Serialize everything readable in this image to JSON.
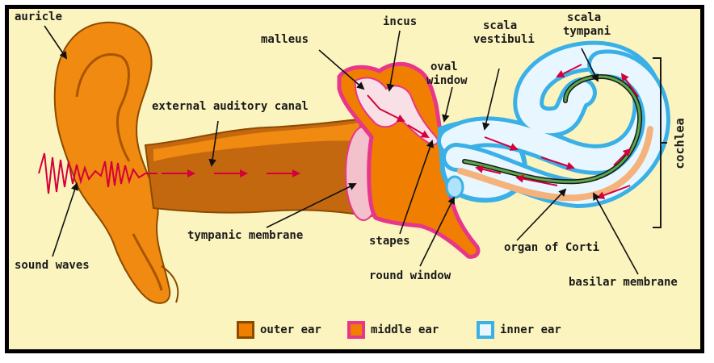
{
  "labels": {
    "auricle": "auricle",
    "malleus": "malleus",
    "incus": "incus",
    "scala_vestibuli_1": "scala",
    "scala_vestibuli_2": "vestibuli",
    "scala_tympani_1": "scala",
    "scala_tympani_2": "tympani",
    "oval_window_1": "oval",
    "oval_window_2": "window",
    "external_auditory_canal": "external auditory canal",
    "cochlea": "cochlea",
    "sound_waves": "sound waves",
    "tympanic_membrane": "tympanic membrane",
    "stapes": "stapes",
    "organ_of_corti": "organ of Corti",
    "round_window": "round window",
    "basilar_membrane": "basilar membrane"
  },
  "legend": [
    {
      "label": "outer ear",
      "fill": "#f07e00",
      "border": "#8a4a00"
    },
    {
      "label": "middle ear",
      "fill": "#f07e00",
      "border": "#e8368a"
    },
    {
      "label": "inner ear",
      "fill": "#e8f7ff",
      "border": "#3ab0e6"
    }
  ],
  "colors": {
    "background": "#fcf4bf",
    "outer_ear": "#f07e00",
    "middle_ear": "#e8368a",
    "inner_ear": "#5cc3ef",
    "arrows": "#d4003b"
  }
}
